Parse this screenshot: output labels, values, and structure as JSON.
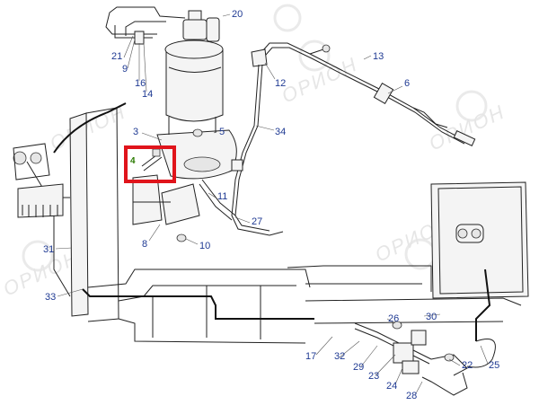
{
  "watermark": {
    "text": "ОРИОН"
  },
  "highlight": {
    "label": "4",
    "color": "#e0141b"
  },
  "callouts": [
    {
      "id": "c20",
      "label": "20"
    },
    {
      "id": "c21",
      "label": "21"
    },
    {
      "id": "c9",
      "label": "9"
    },
    {
      "id": "c16",
      "label": "16"
    },
    {
      "id": "c14",
      "label": "14"
    },
    {
      "id": "c13",
      "label": "13"
    },
    {
      "id": "c12",
      "label": "12"
    },
    {
      "id": "c6",
      "label": "6"
    },
    {
      "id": "c3",
      "label": "3"
    },
    {
      "id": "c5",
      "label": "5"
    },
    {
      "id": "c34",
      "label": "34"
    },
    {
      "id": "c11",
      "label": "11"
    },
    {
      "id": "c27",
      "label": "27"
    },
    {
      "id": "c8",
      "label": "8"
    },
    {
      "id": "c10",
      "label": "10"
    },
    {
      "id": "c31",
      "label": "31"
    },
    {
      "id": "c33",
      "label": "33"
    },
    {
      "id": "c26",
      "label": "26"
    },
    {
      "id": "c30",
      "label": "30"
    },
    {
      "id": "c17",
      "label": "17"
    },
    {
      "id": "c32",
      "label": "32"
    },
    {
      "id": "c29",
      "label": "29"
    },
    {
      "id": "c23",
      "label": "23"
    },
    {
      "id": "c24",
      "label": "24"
    },
    {
      "id": "c22",
      "label": "22"
    },
    {
      "id": "c25",
      "label": "25"
    },
    {
      "id": "c28",
      "label": "28"
    }
  ]
}
